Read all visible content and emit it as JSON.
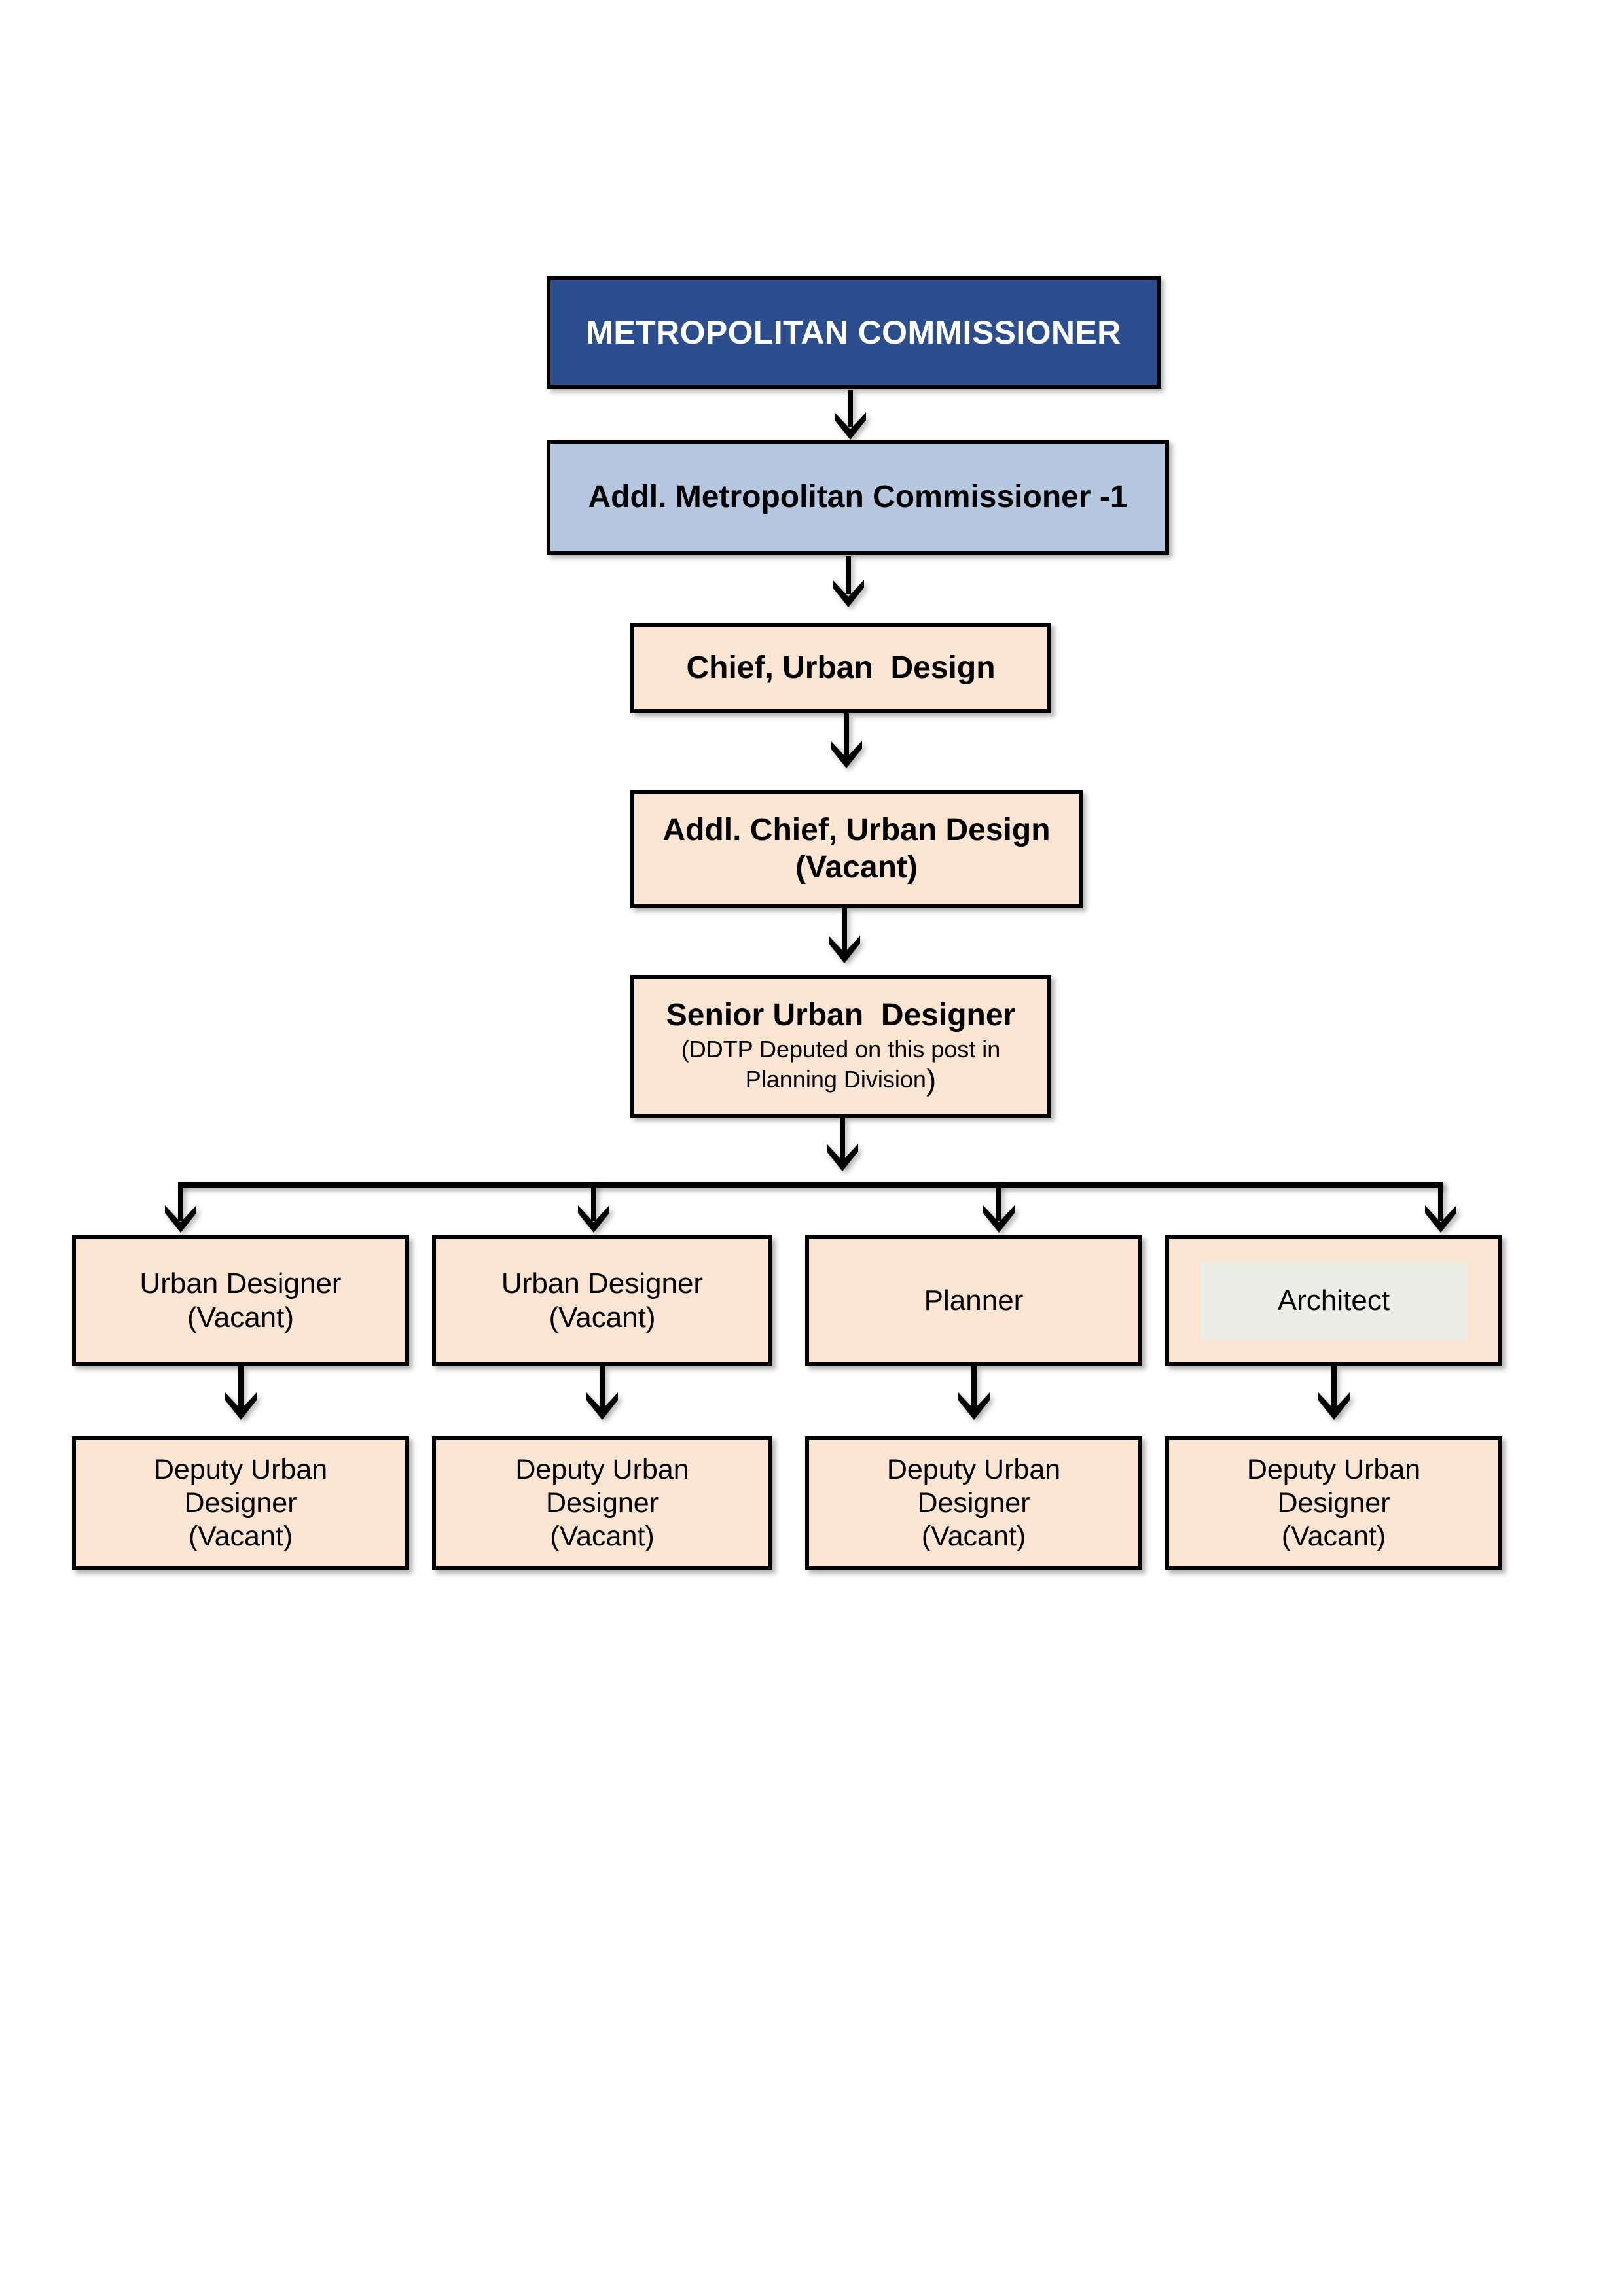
{
  "chart_data": {
    "type": "diagram",
    "title": "Urban Design Division Organisation Chart",
    "orientation": "top-down",
    "colors": {
      "root_fill": "#2c4e8e",
      "root_text": "#ffffff",
      "level2_fill": "#b6c8e0",
      "node_fill": "#fae5d3",
      "border": "#000000",
      "highlight": "#ecede6",
      "page_background": "#ffffff"
    },
    "levels": [
      {
        "level": 1,
        "nodes": [
          "METROPOLITAN COMMISSIONER"
        ]
      },
      {
        "level": 2,
        "nodes": [
          "Addl. Metropolitan Commissioner -1"
        ]
      },
      {
        "level": 3,
        "nodes": [
          "Chief, Urban  Design"
        ]
      },
      {
        "level": 4,
        "nodes": [
          "Addl. Chief, Urban Design (Vacant)"
        ]
      },
      {
        "level": 5,
        "nodes": [
          "Senior Urban  Designer (DDTP Deputed on this post in Planning Division)"
        ]
      },
      {
        "level": 6,
        "nodes": [
          "Urban Designer (Vacant)",
          "Urban Designer (Vacant)",
          "Planner",
          "Architect"
        ]
      },
      {
        "level": 7,
        "nodes": [
          "Deputy Urban Designer (Vacant)",
          "Deputy Urban Designer (Vacant)",
          "Deputy Urban Designer (Vacant)",
          "Deputy Urban Designer (Vacant)"
        ]
      }
    ],
    "edges": [
      {
        "from": "METROPOLITAN COMMISSIONER",
        "to": "Addl. Metropolitan Commissioner -1"
      },
      {
        "from": "Addl. Metropolitan Commissioner -1",
        "to": "Chief, Urban  Design"
      },
      {
        "from": "Chief, Urban  Design",
        "to": "Addl. Chief, Urban Design (Vacant)"
      },
      {
        "from": "Addl. Chief, Urban Design (Vacant)",
        "to": "Senior Urban  Designer"
      },
      {
        "from": "Senior Urban  Designer",
        "to": "Urban Designer (Vacant) [col 1]"
      },
      {
        "from": "Senior Urban  Designer",
        "to": "Urban Designer (Vacant) [col 2]"
      },
      {
        "from": "Senior Urban  Designer",
        "to": "Planner"
      },
      {
        "from": "Senior Urban  Designer",
        "to": "Architect"
      },
      {
        "from": "Urban Designer (Vacant) [col 1]",
        "to": "Deputy Urban Designer (Vacant) [col 1]"
      },
      {
        "from": "Urban Designer (Vacant) [col 2]",
        "to": "Deputy Urban Designer (Vacant) [col 2]"
      },
      {
        "from": "Planner",
        "to": "Deputy Urban Designer (Vacant) [col 3]"
      },
      {
        "from": "Architect",
        "to": "Deputy Urban Designer (Vacant) [col 4]"
      }
    ]
  },
  "nodes": {
    "commissioner": {
      "line1": "METROPOLITAN COMMISSIONER"
    },
    "addl_commissioner": {
      "line1": "Addl. Metropolitan Commissioner -1"
    },
    "chief_urban_design": {
      "line1": "Chief, Urban  Design"
    },
    "addl_chief_urban_design": {
      "line1": "Addl. Chief, Urban Design",
      "line2": "(Vacant)"
    },
    "senior_urban_designer": {
      "headline": "Senior Urban  Designer",
      "sub_line1": "(DDTP Deputed on this post in",
      "sub_line2": "Planning Division",
      "sub_close_paren": ")"
    },
    "urban_designer_1": {
      "line1": "Urban Designer",
      "line2": "(Vacant)"
    },
    "urban_designer_2": {
      "line1": "Urban Designer",
      "line2": "(Vacant)"
    },
    "planner": {
      "line1": "Planner"
    },
    "architect": {
      "line1": "Architect"
    },
    "deputy_1": {
      "line1": "Deputy Urban",
      "line2": "Designer",
      "line3": "(Vacant)"
    },
    "deputy_2": {
      "line1": "Deputy Urban",
      "line2": "Designer",
      "line3": "(Vacant)"
    },
    "deputy_3": {
      "line1": "Deputy Urban",
      "line2": "Designer",
      "line3": "(Vacant)"
    },
    "deputy_4": {
      "line1": "Deputy Urban",
      "line2": "Designer",
      "line3": "(Vacant)"
    }
  }
}
